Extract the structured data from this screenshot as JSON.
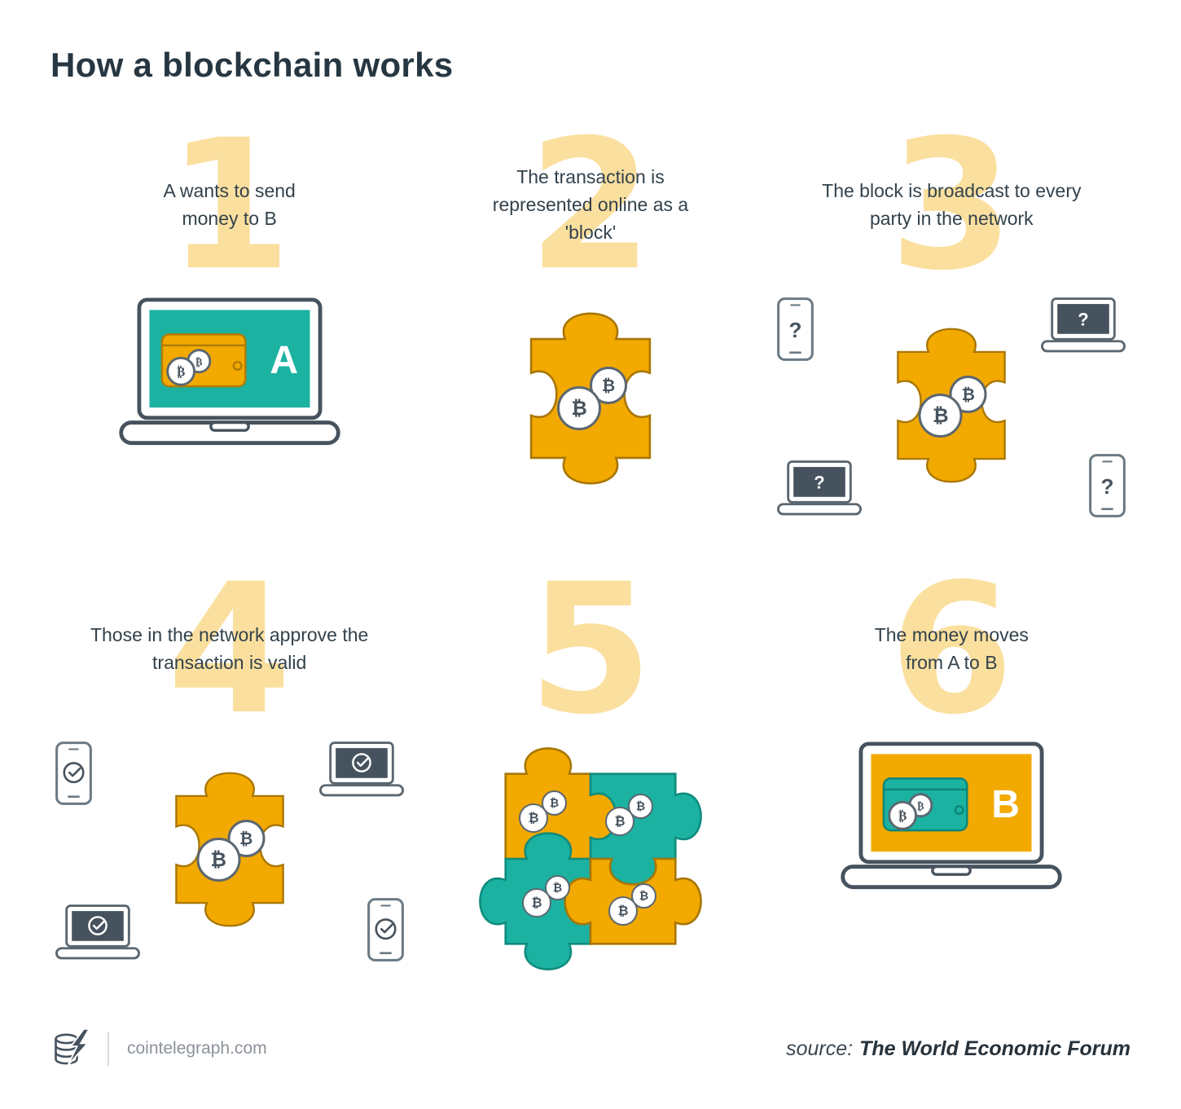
{
  "page": {
    "title": "How a blockchain works"
  },
  "steps": [
    {
      "number": "1",
      "caption": "A wants to send money to B"
    },
    {
      "number": "2",
      "caption": "The transaction is represented online as a 'block'"
    },
    {
      "number": "3",
      "caption": "The block is broadcast to every party in the network"
    },
    {
      "number": "4",
      "caption": "Those in the network approve the transaction is valid"
    },
    {
      "number": "5",
      "caption": ""
    },
    {
      "number": "6",
      "caption": "The money moves from A to B"
    }
  ],
  "art": {
    "wallet_a": "A",
    "wallet_b": "B",
    "coin_symbol": "₿",
    "question_mark": "?"
  },
  "footer": {
    "brand": "cointelegraph.com",
    "source_prefix": "source:",
    "source_name": "The World Economic Forum"
  },
  "colors": {
    "amber": "#F2A900",
    "teal": "#1BB2A2",
    "slate": "#46535E",
    "number_yellow": "#FBDF9E",
    "text": "#33424C"
  }
}
